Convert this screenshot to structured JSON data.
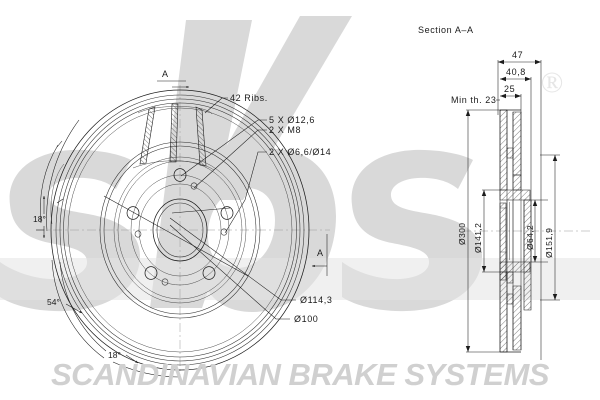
{
  "drawing": {
    "type": "engineering-drawing",
    "subject": "ventilated brake disc",
    "brand_footer": "SCANDINAVIAN BRAKE SYSTEMS",
    "watermark_logo": "sbs",
    "registered_mark": "®"
  },
  "section_view": {
    "title": "Section A–A",
    "min_thickness_label": "Min th. 23",
    "width_dims": [
      "47",
      "40,8",
      "25"
    ],
    "diameter_dims": [
      "Ø300",
      "Ø141,2",
      "Ø64,2",
      "Ø151,9"
    ]
  },
  "front_view": {
    "section_marker_top": "A",
    "section_marker_right": "A",
    "callouts": [
      "42 Ribs.",
      "5 X Ø12,6",
      "2 X M8",
      "2 X Ø6,6/Ø14"
    ],
    "bolt_circle_dims": [
      "Ø114,3",
      "Ø100"
    ],
    "angles": [
      "18°",
      "54°",
      "18°"
    ]
  },
  "colors": {
    "background": "#ffffff",
    "line": "#1c1c1c",
    "watermark": "#d9d9d9",
    "brand_text": "#d0d0d0"
  }
}
